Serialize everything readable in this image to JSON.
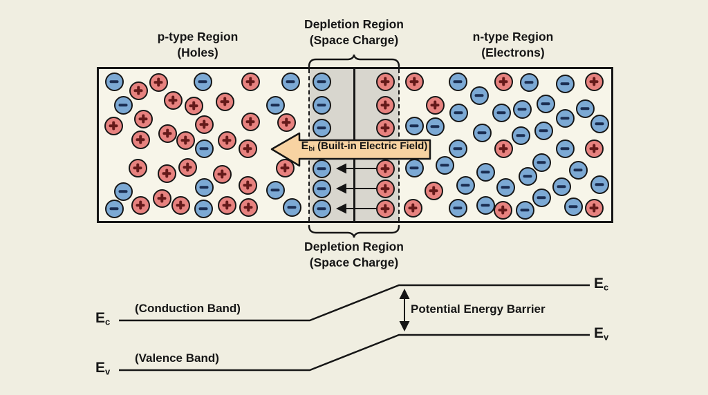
{
  "regions": {
    "p_header": {
      "line1": "p-type Region",
      "line2": "(Holes)"
    },
    "depletion_header": {
      "line1": "Depletion Region",
      "line2": "(Space Charge)"
    },
    "n_header": {
      "line1": "n-type Region",
      "line2": "(Electrons)"
    },
    "depletion_footer": {
      "line1": "Depletion Region",
      "line2": "(Space Charge)"
    }
  },
  "field_arrow": {
    "symbol": "E",
    "subscript": "bi",
    "caption": "(Built-in Electric Field)"
  },
  "band_diagram": {
    "ec_left": {
      "symbol": "E",
      "subscript": "c"
    },
    "ev_left": {
      "symbol": "E",
      "subscript": "v"
    },
    "ec_right": {
      "symbol": "E",
      "subscript": "c"
    },
    "ev_right": {
      "symbol": "E",
      "subscript": "v"
    },
    "conduction_caption": "(Conduction Band)",
    "valence_caption": "(Valence Band)",
    "barrier_caption": "Potential Energy Barrier"
  },
  "particles": {
    "hole_symbol": "+",
    "electron_symbol": "−",
    "p_region": [
      [
        165,
        118,
        "e"
      ],
      [
        229,
        119,
        "h"
      ],
      [
        293,
        118,
        "e"
      ],
      [
        362,
        118,
        "h"
      ],
      [
        420,
        118,
        "e"
      ],
      [
        200,
        131,
        "h"
      ],
      [
        250,
        145,
        "h"
      ],
      [
        280,
        153,
        "h"
      ],
      [
        325,
        147,
        "h"
      ],
      [
        178,
        152,
        "e"
      ],
      [
        398,
        152,
        "e"
      ],
      [
        164,
        182,
        "h"
      ],
      [
        207,
        172,
        "h"
      ],
      [
        295,
        180,
        "h"
      ],
      [
        362,
        176,
        "h"
      ],
      [
        414,
        177,
        "h"
      ],
      [
        242,
        193,
        "h"
      ],
      [
        203,
        202,
        "h"
      ],
      [
        268,
        203,
        "h"
      ],
      [
        328,
        203,
        "h"
      ],
      [
        295,
        215,
        "e"
      ],
      [
        358,
        215,
        "h"
      ],
      [
        199,
        243,
        "h"
      ],
      [
        241,
        251,
        "h"
      ],
      [
        271,
        242,
        "h"
      ],
      [
        321,
        252,
        "h"
      ],
      [
        412,
        243,
        "h"
      ],
      [
        178,
        277,
        "e"
      ],
      [
        295,
        271,
        "e"
      ],
      [
        358,
        268,
        "h"
      ],
      [
        398,
        275,
        "e"
      ],
      [
        165,
        302,
        "e"
      ],
      [
        203,
        297,
        "h"
      ],
      [
        234,
        287,
        "h"
      ],
      [
        261,
        297,
        "h"
      ],
      [
        294,
        302,
        "e"
      ],
      [
        328,
        297,
        "h"
      ],
      [
        359,
        300,
        "h"
      ],
      [
        422,
        300,
        "e"
      ]
    ],
    "depletion_p_side": [
      [
        465,
        118,
        "e"
      ],
      [
        465,
        152,
        "e"
      ],
      [
        465,
        185,
        "e"
      ],
      [
        465,
        244,
        "e"
      ],
      [
        465,
        273,
        "e"
      ],
      [
        465,
        302,
        "e"
      ]
    ],
    "depletion_n_side": [
      [
        557,
        118,
        "h"
      ],
      [
        557,
        152,
        "h"
      ],
      [
        557,
        185,
        "h"
      ],
      [
        557,
        244,
        "h"
      ],
      [
        557,
        273,
        "h"
      ],
      [
        557,
        302,
        "h"
      ]
    ],
    "n_region": [
      [
        599,
        118,
        "h"
      ],
      [
        662,
        118,
        "e"
      ],
      [
        728,
        118,
        "h"
      ],
      [
        765,
        119,
        "e"
      ],
      [
        817,
        121,
        "e"
      ],
      [
        859,
        118,
        "h"
      ],
      [
        693,
        138,
        "e"
      ],
      [
        629,
        152,
        "h"
      ],
      [
        755,
        158,
        "e"
      ],
      [
        789,
        150,
        "e"
      ],
      [
        846,
        157,
        "e"
      ],
      [
        663,
        163,
        "e"
      ],
      [
        725,
        163,
        "e"
      ],
      [
        817,
        171,
        "e"
      ],
      [
        867,
        179,
        "e"
      ],
      [
        599,
        182,
        "e"
      ],
      [
        629,
        183,
        "e"
      ],
      [
        697,
        192,
        "e"
      ],
      [
        753,
        196,
        "e"
      ],
      [
        786,
        189,
        "e"
      ],
      [
        662,
        215,
        "e"
      ],
      [
        728,
        215,
        "h"
      ],
      [
        817,
        215,
        "e"
      ],
      [
        859,
        215,
        "h"
      ],
      [
        643,
        239,
        "e"
      ],
      [
        783,
        235,
        "e"
      ],
      [
        836,
        246,
        "e"
      ],
      [
        599,
        243,
        "e"
      ],
      [
        702,
        249,
        "e"
      ],
      [
        763,
        255,
        "e"
      ],
      [
        627,
        276,
        "h"
      ],
      [
        673,
        268,
        "e"
      ],
      [
        731,
        271,
        "e"
      ],
      [
        812,
        270,
        "e"
      ],
      [
        867,
        267,
        "e"
      ],
      [
        783,
        286,
        "e"
      ],
      [
        597,
        301,
        "h"
      ],
      [
        662,
        301,
        "e"
      ],
      [
        702,
        297,
        "e"
      ],
      [
        727,
        304,
        "h"
      ],
      [
        759,
        304,
        "e"
      ],
      [
        829,
        299,
        "e"
      ],
      [
        859,
        301,
        "h"
      ]
    ]
  },
  "colors": {
    "background": "#F0EEE1",
    "box_fill": "#F7F5E9",
    "depletion_fill": "#D8D6CE",
    "hole_fill": "#E7827F",
    "electron_fill": "#7CA9D4",
    "field_arrow_fill": "#F8D3A2",
    "line": "#161616"
  }
}
